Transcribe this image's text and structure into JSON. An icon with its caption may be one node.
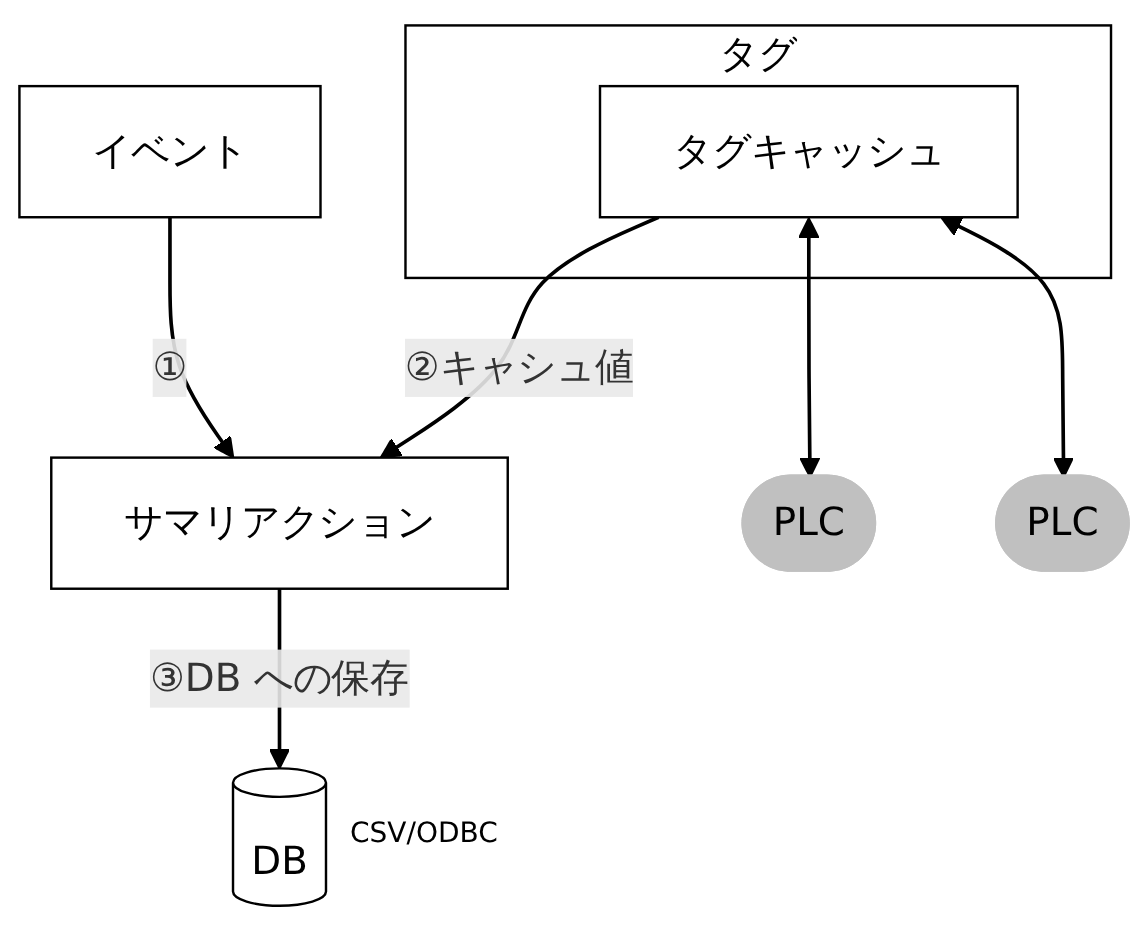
{
  "diagram": {
    "nodes": [
      {
        "text": [
          "イベント"
        ]
      },
      {
        "text": [
          "サマリアクション"
        ]
      },
      {
        "text": [
          "タグ"
        ]
      },
      {
        "text": [
          "タグキャッシュ"
        ],
        "in": 2
      },
      {
        "text": [
          "PLC"
        ]
      },
      {
        "text": [
          "PLC"
        ]
      },
      {
        "text": [
          "DB"
        ],
        "beside": [
          "CSV/ODBC"
        ]
      }
    ],
    "edges": [
      {
        "from": 0,
        "to": 1,
        "arrow": "to",
        "label": "①"
      },
      {
        "from": 3,
        "to": 1,
        "arrow": "to",
        "label": "②キャシュ値"
      },
      {
        "from": 1,
        "to": 6,
        "arrow": "to",
        "label": "③DB への保存"
      },
      {
        "from": 3,
        "to": 4,
        "arrow": "both"
      },
      {
        "from": 3,
        "to": 5,
        "arrow": "both"
      }
    ]
  }
}
